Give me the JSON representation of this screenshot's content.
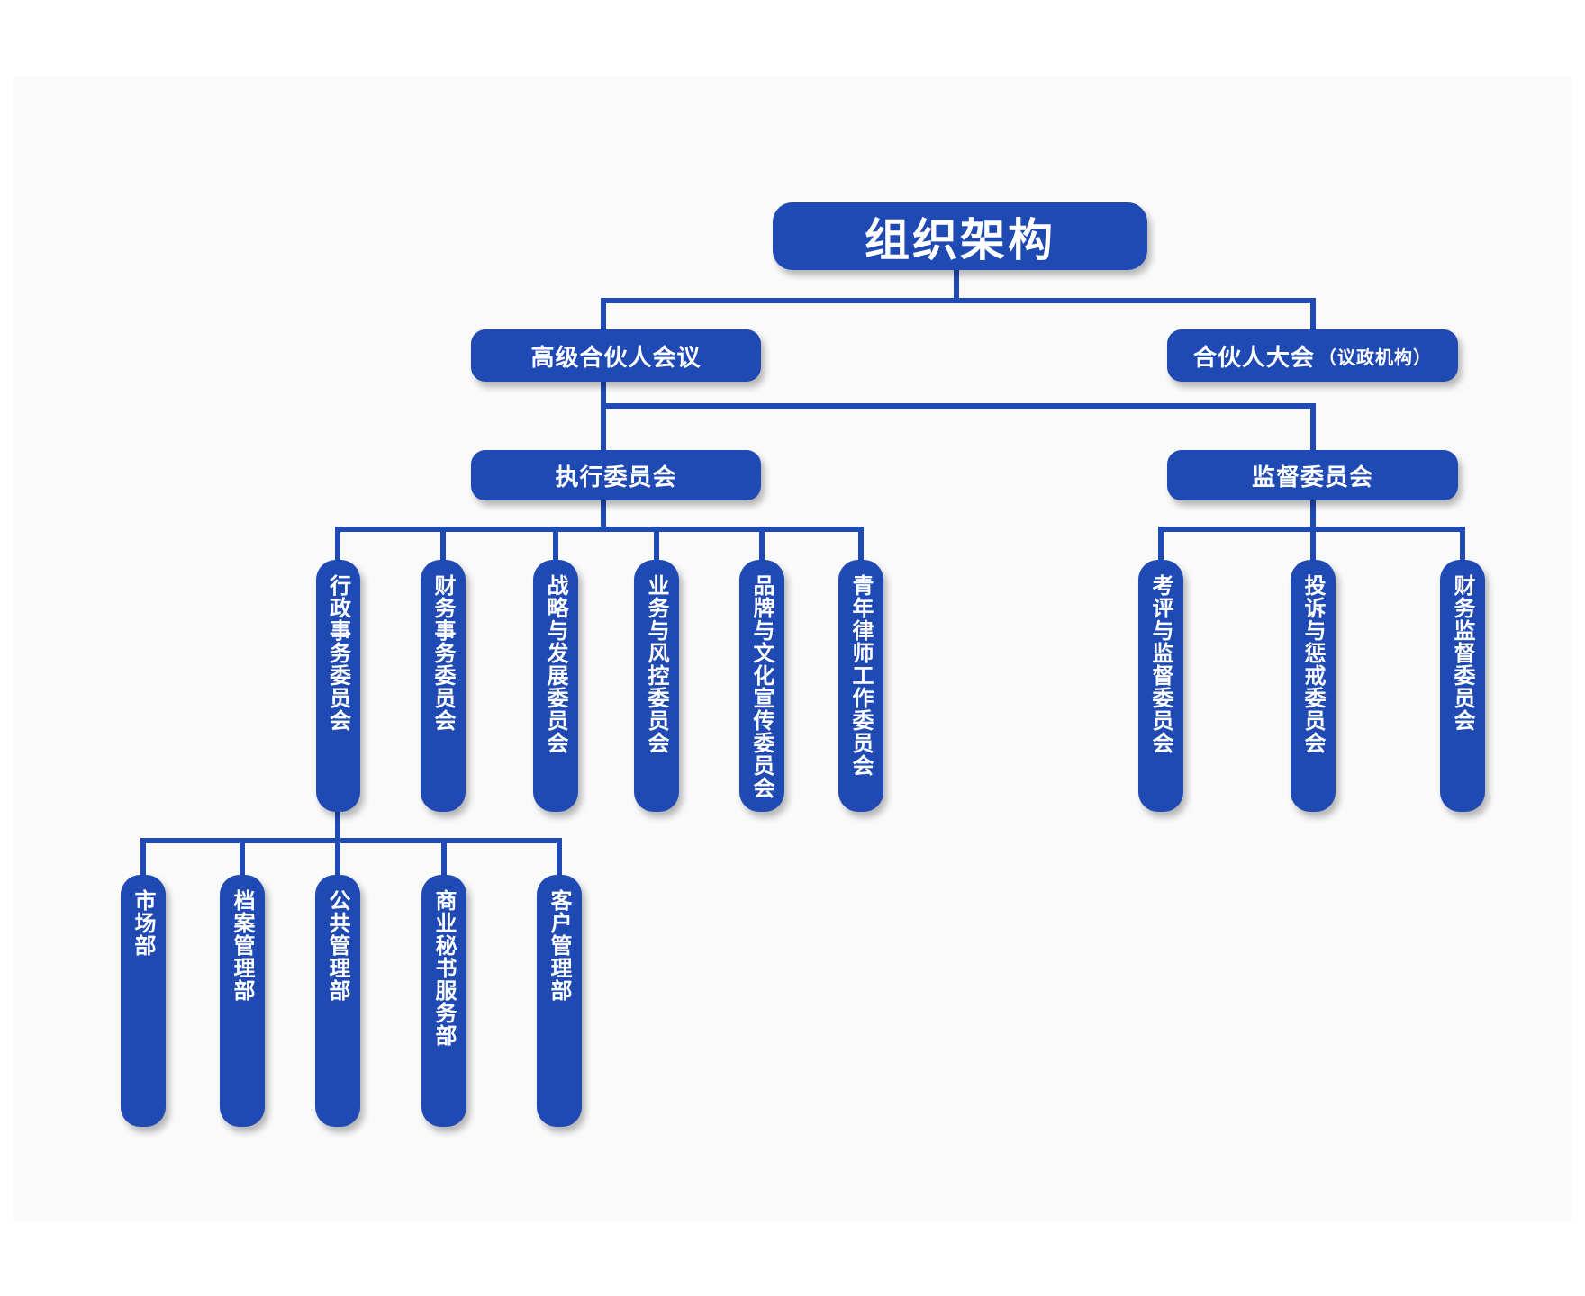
{
  "root": {
    "label": "组织架构"
  },
  "level1": {
    "senior_partner_meeting": "高级合伙人会议",
    "partner_assembly": "合伙人大会",
    "partner_assembly_note": "（议政机构）"
  },
  "level2": {
    "executive_committee": "执行委员会",
    "supervisory_committee": "监督委员会"
  },
  "executive_committees": [
    "行政事务委员会",
    "财务事务委员会",
    "战略与发展委员会",
    "业务与风控委员会",
    "品牌与文化宣传委员会",
    "青年律师工作委员会"
  ],
  "supervisory_committees": [
    "考评与监督委员会",
    "投诉与惩戒委员会",
    "财务监督委员会"
  ],
  "admin_departments": [
    "市场部",
    "档案管理部",
    "公共管理部",
    "商业秘书服务部",
    "客户管理部"
  ],
  "colors": {
    "box": "#1f4ab3",
    "line": "#1f4ab3",
    "text": "#ffffff",
    "panel": "#fbfafb"
  }
}
